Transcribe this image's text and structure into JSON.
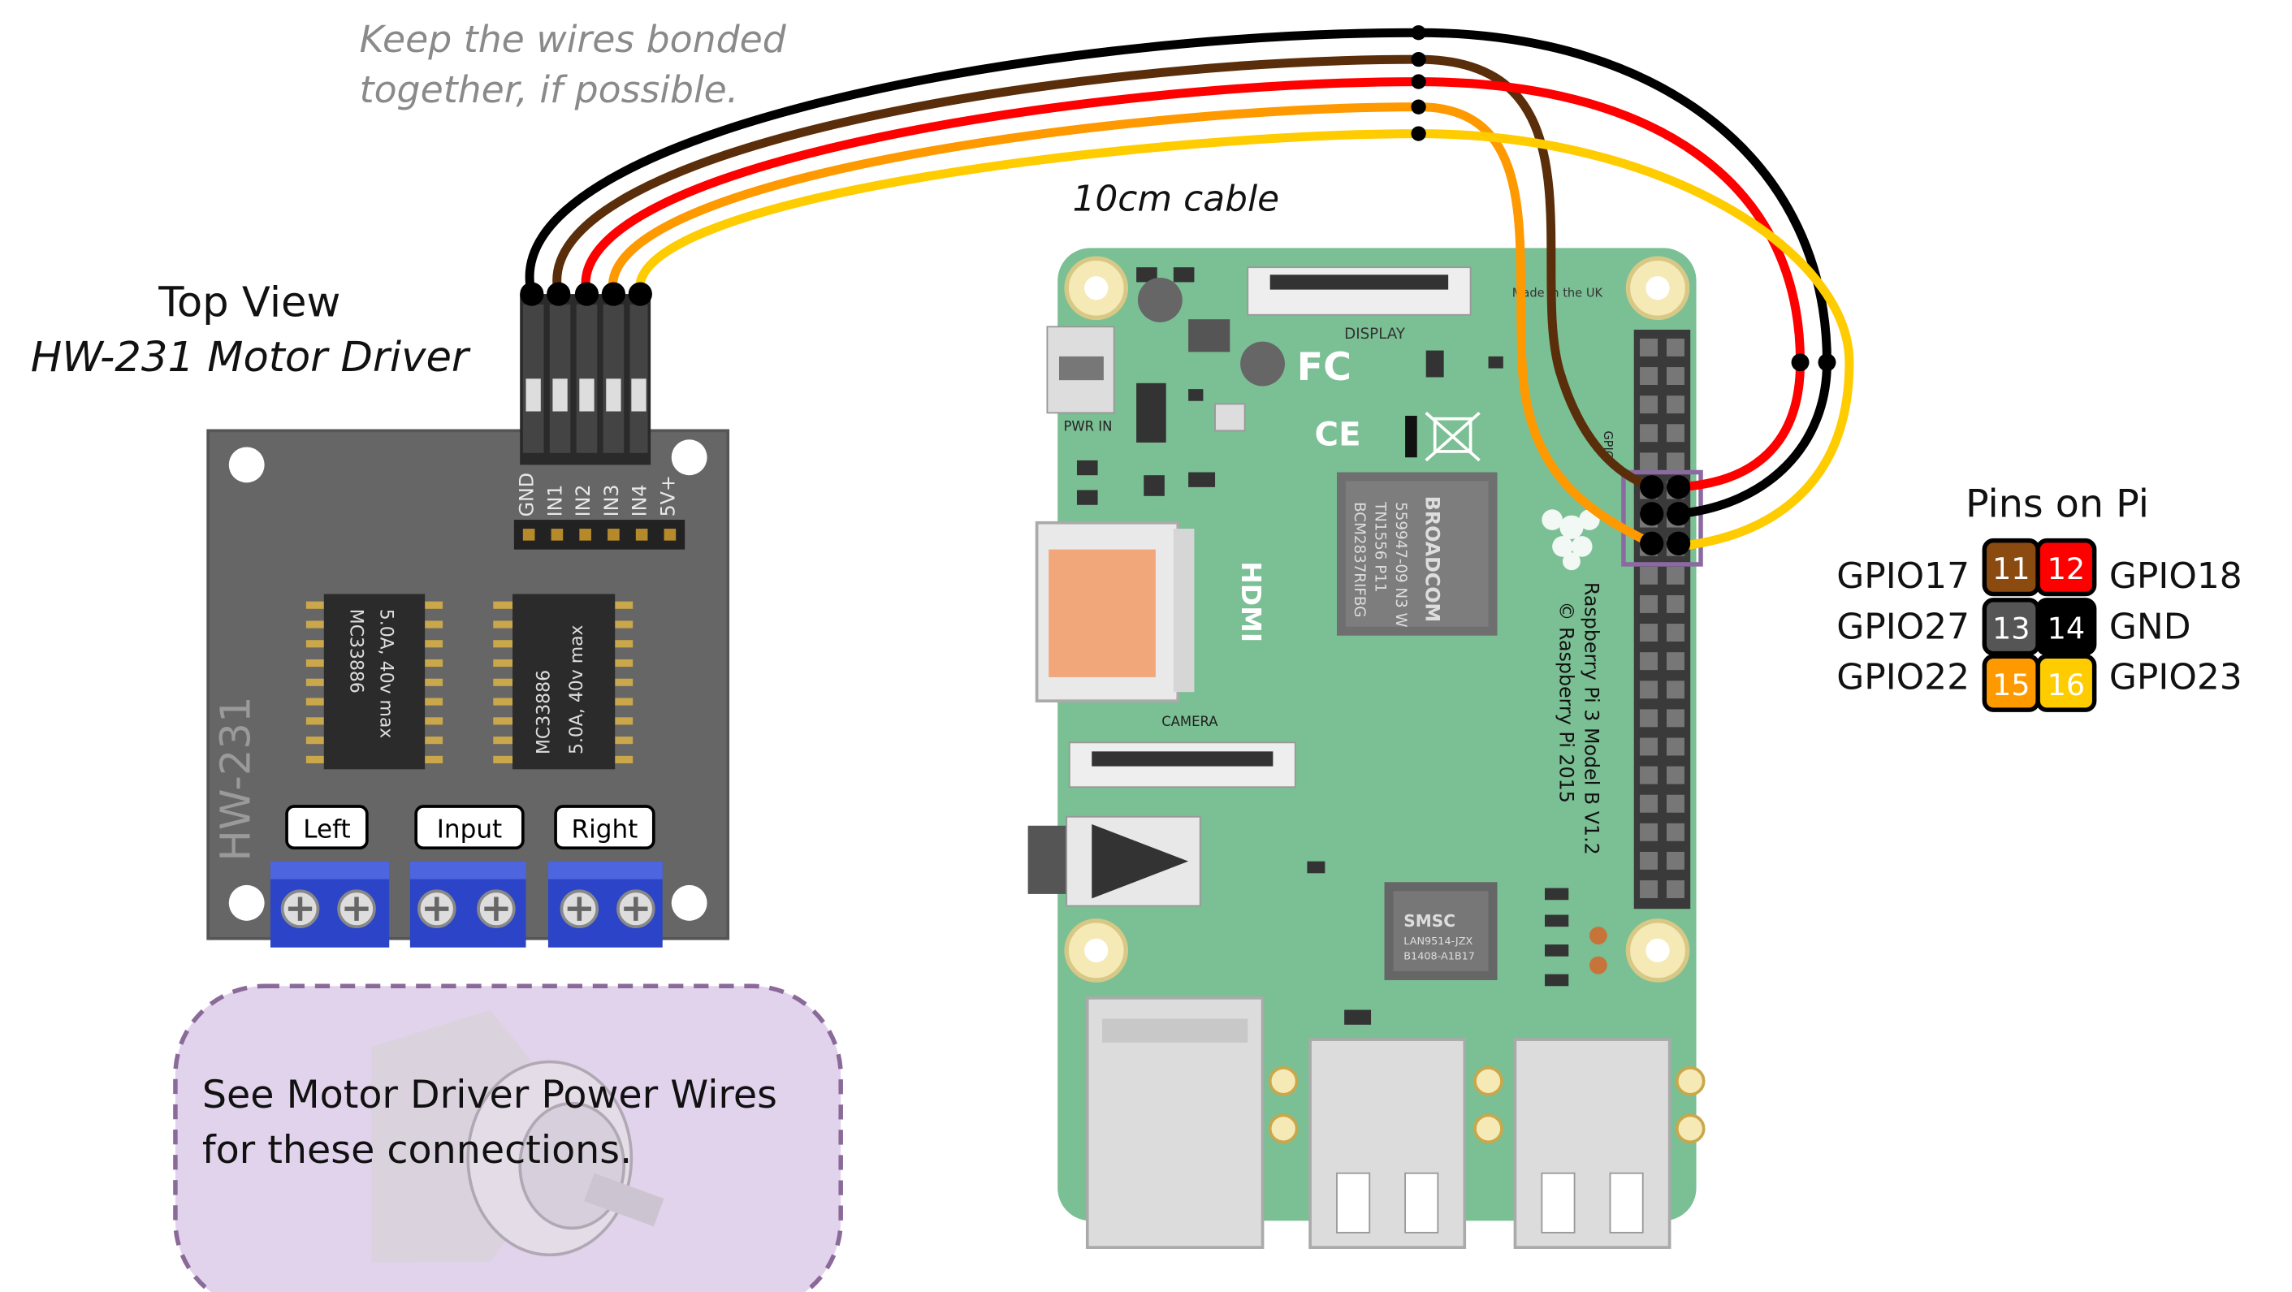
{
  "notes": {
    "wires_note_line1": "Keep the wires bonded",
    "wires_note_line2": "together, if possible.",
    "cable_note": "10cm cable"
  },
  "driver": {
    "heading_line1": "Top View",
    "heading_line2": "HW-231 Motor Driver",
    "board_label": "HW-231",
    "pin_labels": [
      "GND",
      "IN1",
      "IN2",
      "IN3",
      "IN4",
      "5V+"
    ],
    "chip_text_line1": "MC33886",
    "chip_text_line2": "5.0A, 40v max",
    "terminal_labels": [
      "Left",
      "Input",
      "Right"
    ]
  },
  "power_note": {
    "line1": "See Motor Driver Power Wires",
    "line2": "for these connections."
  },
  "pi": {
    "model_text": "Raspberry Pi 3 Model B V1.2",
    "copyright_text": "© Raspberry Pi 2015",
    "made_in": "Made in the UK",
    "display_label": "DISPLAY",
    "camera_label": "CAMERA",
    "hdmi_label": "HDMI",
    "pwr_label": "PWR IN",
    "gpio_label": "GPIO",
    "soc_brand": "BROADCOM",
    "soc_code1": "BCM2837RIFBG",
    "soc_code2": "TN1556 P11",
    "soc_code3": "559947-09 N3 W",
    "lan_brand": "SMSC",
    "lan_code1": "LAN9514-JZX",
    "lan_code2": "B1408-A1B17",
    "fcc": "FC",
    "ce": "CE"
  },
  "pins": {
    "title": "Pins on Pi",
    "rows": [
      {
        "left_label": "GPIO17",
        "left_pin": "11",
        "right_pin": "12",
        "right_label": "GPIO18"
      },
      {
        "left_label": "GPIO27",
        "left_pin": "13",
        "right_pin": "14",
        "right_label": "GND"
      },
      {
        "left_label": "GPIO22",
        "left_pin": "15",
        "right_pin": "16",
        "right_label": "GPIO23"
      }
    ]
  },
  "colors": {
    "wire_black": "#000000",
    "wire_brown": "#5a2e0a",
    "wire_red": "#ff0000",
    "wire_orange": "#ff9900",
    "wire_yellow": "#ffcc00",
    "pi_green": "#7bbf94",
    "driver_grey": "#666666",
    "terminal_blue": "#2b44c8",
    "note_bg": "#e2d3ec",
    "note_border": "#8a6a99",
    "pin11": "#8b4a10",
    "pin12": "#ff0000",
    "pin13": "#555555",
    "pin14": "#000000",
    "pin15": "#ff9900",
    "pin16": "#ffcc00"
  }
}
